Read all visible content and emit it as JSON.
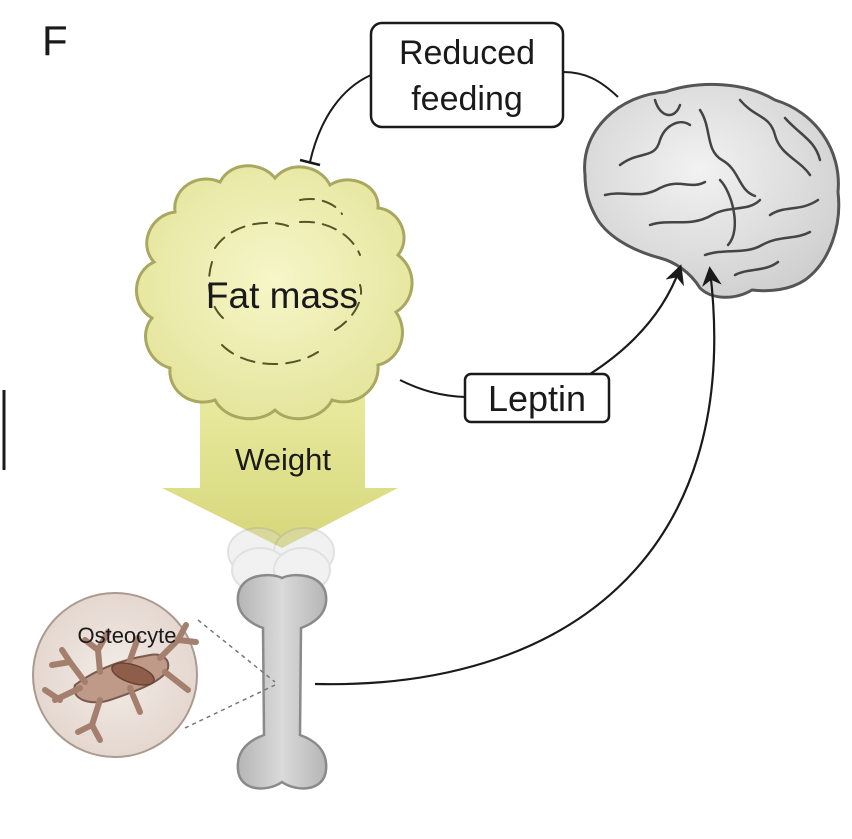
{
  "panel_label": "F",
  "labels": {
    "reduced_feeding_line1": "Reduced",
    "reduced_feeding_line2": "feeding",
    "fat_mass": "Fat mass",
    "leptin": "Leptin",
    "weight": "Weight",
    "osteocyte": "Osteocyte"
  },
  "colors": {
    "fat_fill": "#eeeeaa",
    "fat_stroke": "#a8a860",
    "weight_arrow": "#dfe08f",
    "brain_fill": "#e6e6e6",
    "bone_fill": "#c8c8c8",
    "osteocyte_bg": "#ece2dc",
    "osteocyte_cell": "#b8907f",
    "line": "#1a1a1a"
  }
}
